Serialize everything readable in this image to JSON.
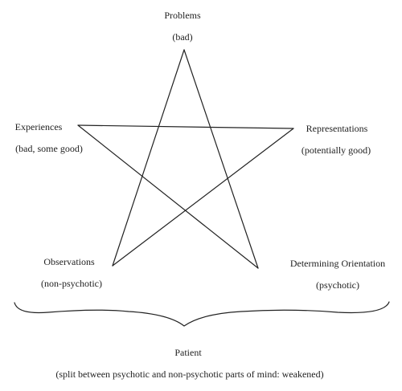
{
  "nodes": {
    "problems": {
      "title": "Problems",
      "note": "(bad)"
    },
    "experiences": {
      "title": "Experiences",
      "note": "(bad, some good)"
    },
    "representations": {
      "title": "Representations",
      "note": "(potentially good)"
    },
    "observations": {
      "title": "Observations",
      "note": "(non-psychotic)"
    },
    "determining_orientation": {
      "title": "Determining Orientation",
      "note": "(psychotic)"
    }
  },
  "patient": {
    "title": "Patient",
    "note": "(split between psychotic and non-psychotic parts of mind: weakened)"
  },
  "colors": {
    "ink": "#222222",
    "background": "#ffffff"
  }
}
